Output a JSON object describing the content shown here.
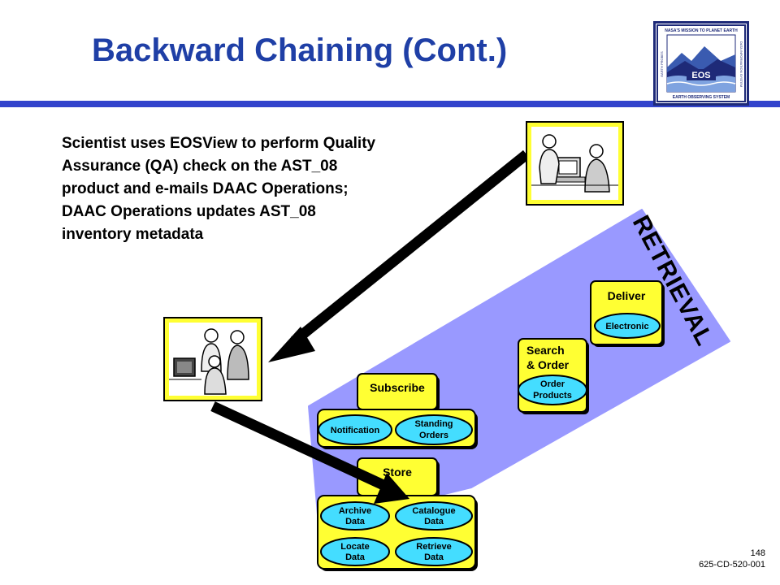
{
  "slide": {
    "title": "Backward Chaining (Cont.)",
    "description": "Scientist uses EOSView to perform Quality Assurance (QA) check on the AST_08 product and e-mails DAAC Operations; DAAC Operations updates AST_08 inventory metadata",
    "slide_number": "148",
    "document_number": "625-CD-520-001"
  },
  "logo": {
    "top_text": "NASA'S MISSION TO PLANET EARTH",
    "side_left": "EARTH PROBES",
    "side_right": "DATA INFORMATION SYSTEM",
    "center": "EOS",
    "bottom_text": "EARTH OBSERVING SYSTEM"
  },
  "diagram": {
    "region_label": "RETRIEVAL",
    "deliver": {
      "title": "Deliver",
      "ovals": [
        "Electronic"
      ]
    },
    "search_order": {
      "title_line1": "Search",
      "title_line2": "& Order",
      "ovals": [
        [
          "Order",
          "Products"
        ]
      ]
    },
    "subscribe": {
      "title": "Subscribe",
      "ovals": [
        [
          "Notification"
        ],
        [
          "Standing",
          "Orders"
        ]
      ]
    },
    "store": {
      "title": "Store",
      "ovals": [
        [
          "Archive",
          "Data"
        ],
        [
          "Catalogue",
          "Data"
        ],
        [
          "Locate",
          "Data"
        ],
        [
          "Retrieve",
          "Data"
        ]
      ]
    }
  },
  "colors": {
    "title": "#1f3fa6",
    "rule": "#3344cc",
    "region": "#9999ff",
    "box": "#ffff33",
    "oval": "#44ddff",
    "arrow": "#000000"
  },
  "icons": [
    "scientist-at-computer-illustration",
    "operators-at-computer-illustration",
    "eos-logo"
  ]
}
